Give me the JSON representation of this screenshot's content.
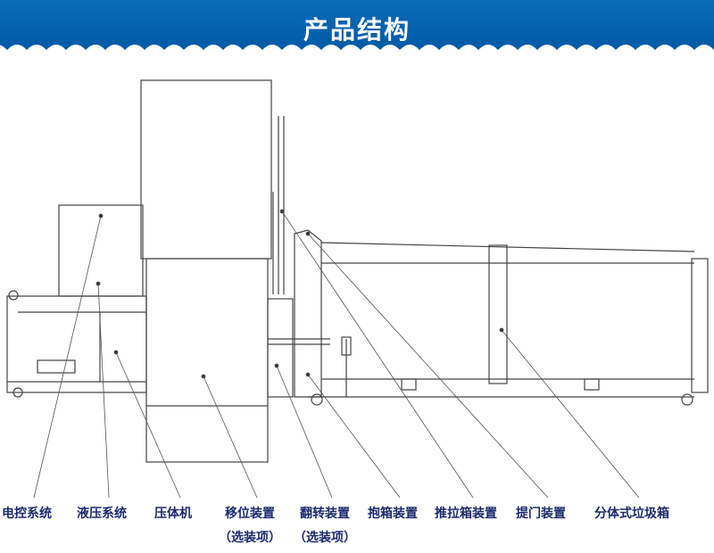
{
  "header": {
    "title": "产品结构",
    "color": "#0566b3"
  },
  "labels": [
    {
      "text": "电控系统"
    },
    {
      "text": "液压系统"
    },
    {
      "text": "压体机"
    },
    {
      "text": "移位装置",
      "note": "（选装项）"
    },
    {
      "text": "翻转装置",
      "note": "（选装项）"
    },
    {
      "text": "抱箱装置"
    },
    {
      "text": "推拉箱装置"
    },
    {
      "text": "提门装置"
    },
    {
      "text": "分体式垃圾箱"
    }
  ]
}
